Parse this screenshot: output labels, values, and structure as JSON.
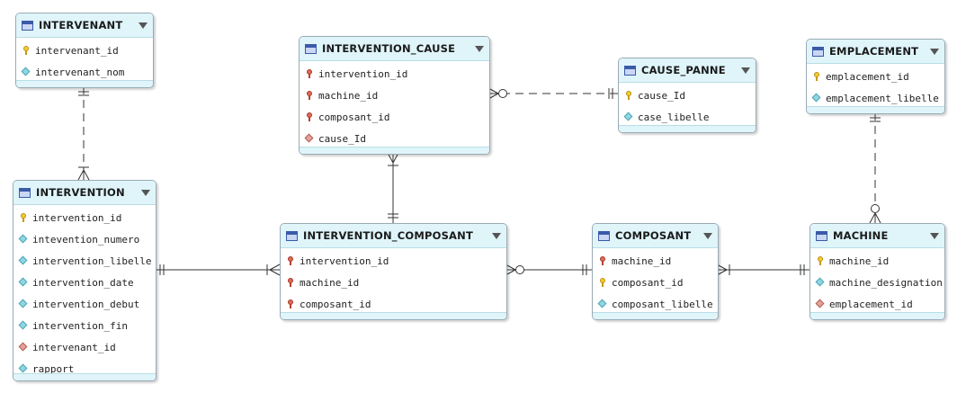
{
  "diagram": {
    "entities": [
      {
        "id": "intervenant",
        "title": "INTERVENANT",
        "fields": [
          {
            "name": "intervenant_id",
            "icon": "pk"
          },
          {
            "name": "intervenant_nom",
            "icon": "attr"
          }
        ]
      },
      {
        "id": "intervention",
        "title": "INTERVENTION",
        "fields": [
          {
            "name": "intervention_id",
            "icon": "pk"
          },
          {
            "name": "intevention_numero",
            "icon": "attr"
          },
          {
            "name": "intervention_libelle",
            "icon": "attr"
          },
          {
            "name": "intervention_date",
            "icon": "attr"
          },
          {
            "name": "intervention_debut",
            "icon": "attr"
          },
          {
            "name": "intervention_fin",
            "icon": "attr"
          },
          {
            "name": "intervenant_id",
            "icon": "fk"
          },
          {
            "name": "rapport",
            "icon": "attr"
          }
        ]
      },
      {
        "id": "intervention_cause",
        "title": "INTERVENTION_CAUSE",
        "fields": [
          {
            "name": "intervention_id",
            "icon": "pfk"
          },
          {
            "name": "machine_id",
            "icon": "pfk"
          },
          {
            "name": "composant_id",
            "icon": "pfk"
          },
          {
            "name": "cause_Id",
            "icon": "fk"
          }
        ]
      },
      {
        "id": "cause_panne",
        "title": "CAUSE_PANNE",
        "fields": [
          {
            "name": "cause_Id",
            "icon": "pk"
          },
          {
            "name": "case_libelle",
            "icon": "attr"
          }
        ]
      },
      {
        "id": "emplacement",
        "title": "EMPLACEMENT",
        "fields": [
          {
            "name": "emplacement_id",
            "icon": "pk"
          },
          {
            "name": "emplacement_libelle",
            "icon": "attr"
          }
        ]
      },
      {
        "id": "intervention_composant",
        "title": "INTERVENTION_COMPOSANT",
        "fields": [
          {
            "name": "intervention_id",
            "icon": "pfk"
          },
          {
            "name": "machine_id",
            "icon": "pfk"
          },
          {
            "name": "composant_id",
            "icon": "pfk"
          }
        ]
      },
      {
        "id": "composant",
        "title": "COMPOSANT",
        "fields": [
          {
            "name": "machine_id",
            "icon": "pfk"
          },
          {
            "name": "composant_id",
            "icon": "pk"
          },
          {
            "name": "composant_libelle",
            "icon": "attr"
          }
        ]
      },
      {
        "id": "machine",
        "title": "MACHINE",
        "fields": [
          {
            "name": "machine_id",
            "icon": "pk"
          },
          {
            "name": "machine_designation",
            "icon": "attr"
          },
          {
            "name": "emplacement_id",
            "icon": "fk"
          }
        ]
      }
    ],
    "relationships": [
      {
        "from": "intervenant",
        "to": "intervention",
        "from_end": "one",
        "to_end": "one-or-many",
        "identifying": false
      },
      {
        "from": "intervention",
        "to": "intervention_composant",
        "from_end": "one",
        "to_end": "one-or-many",
        "identifying": true
      },
      {
        "from": "intervention_cause",
        "to": "intervention_composant",
        "from_end": "one-or-many",
        "to_end": "one",
        "identifying": true
      },
      {
        "from": "intervention_cause",
        "to": "cause_panne",
        "from_end": "zero-or-many",
        "to_end": "one",
        "identifying": false
      },
      {
        "from": "intervention_composant",
        "to": "composant",
        "from_end": "zero-or-many",
        "to_end": "one",
        "identifying": true
      },
      {
        "from": "composant",
        "to": "machine",
        "from_end": "one-or-many",
        "to_end": "one",
        "identifying": true
      },
      {
        "from": "emplacement",
        "to": "machine",
        "from_end": "one",
        "to_end": "zero-or-many",
        "identifying": false
      }
    ]
  }
}
